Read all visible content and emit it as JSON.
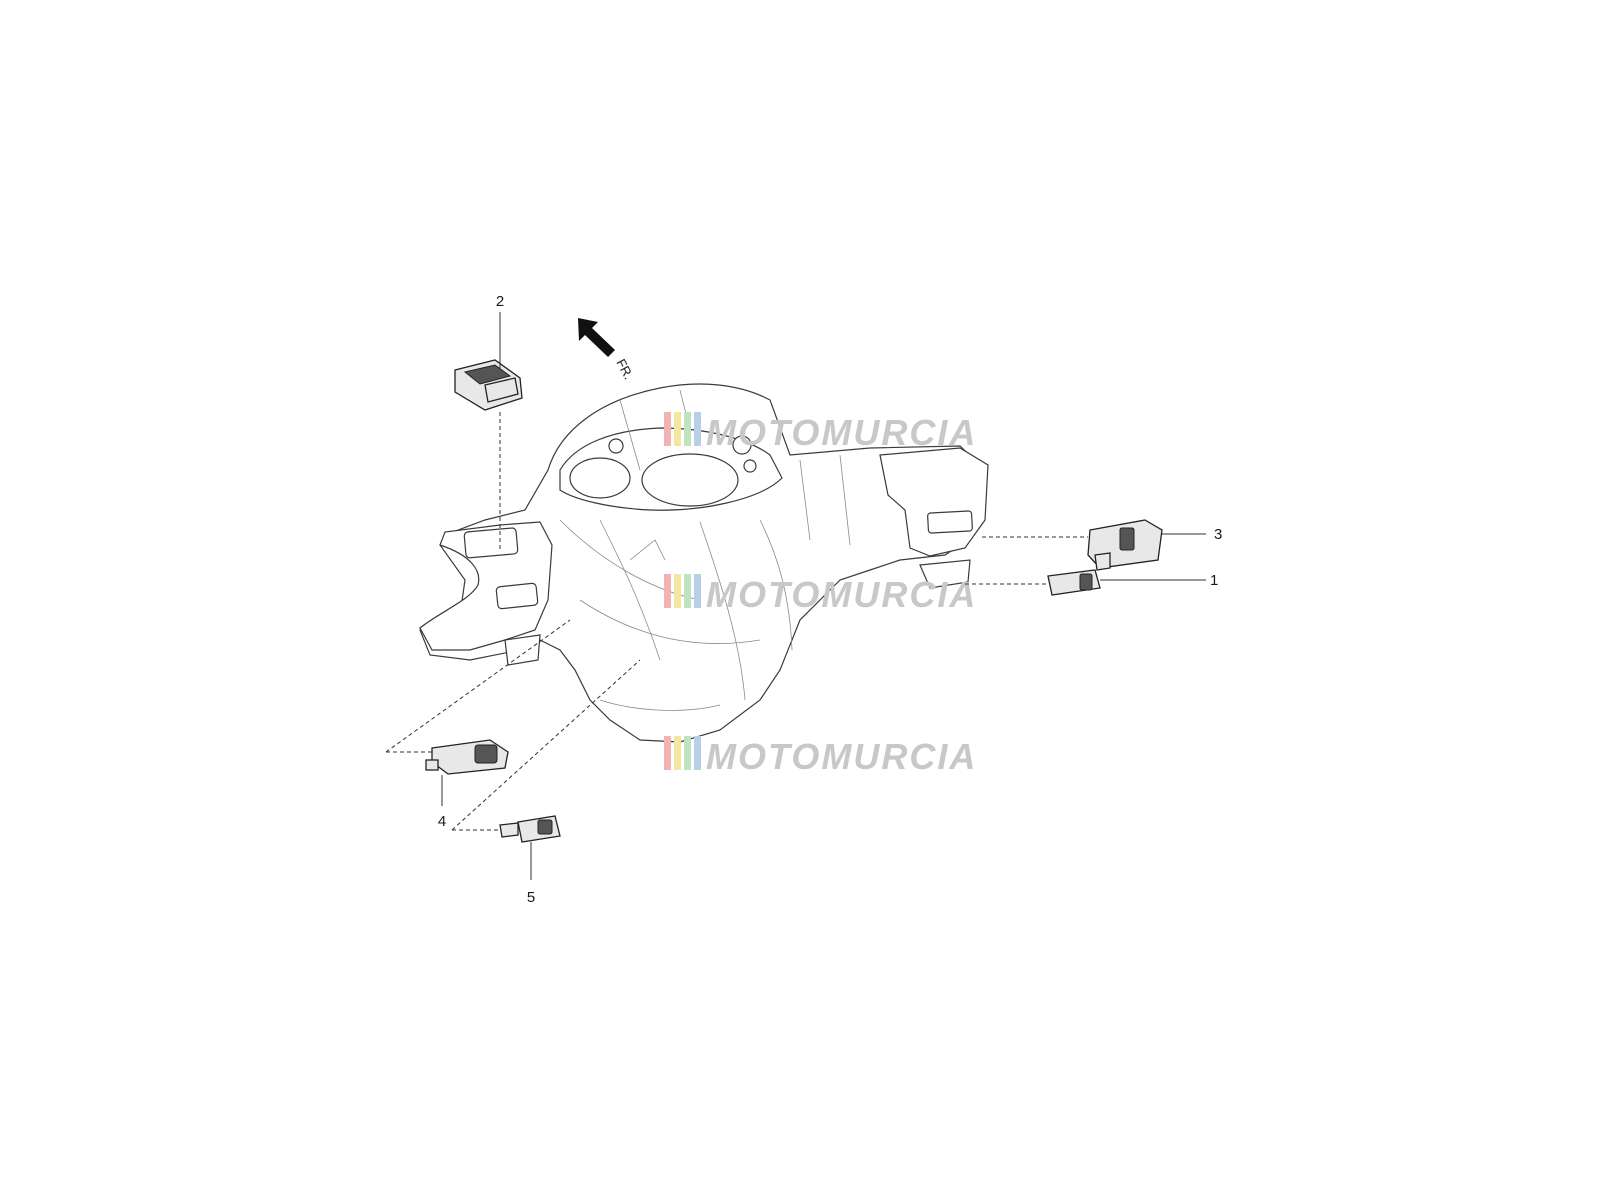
{
  "direction_label": "FR.",
  "watermark": {
    "text": "MOTOMURCIA",
    "stripe_colors": [
      "#f3b3b3",
      "#f5e6a0",
      "#bfe3bf",
      "#b8cfe8"
    ]
  },
  "callouts": [
    {
      "id": "1",
      "label": "1"
    },
    {
      "id": "2",
      "label": "2"
    },
    {
      "id": "3",
      "label": "3"
    },
    {
      "id": "4",
      "label": "4"
    },
    {
      "id": "5",
      "label": "5"
    }
  ]
}
